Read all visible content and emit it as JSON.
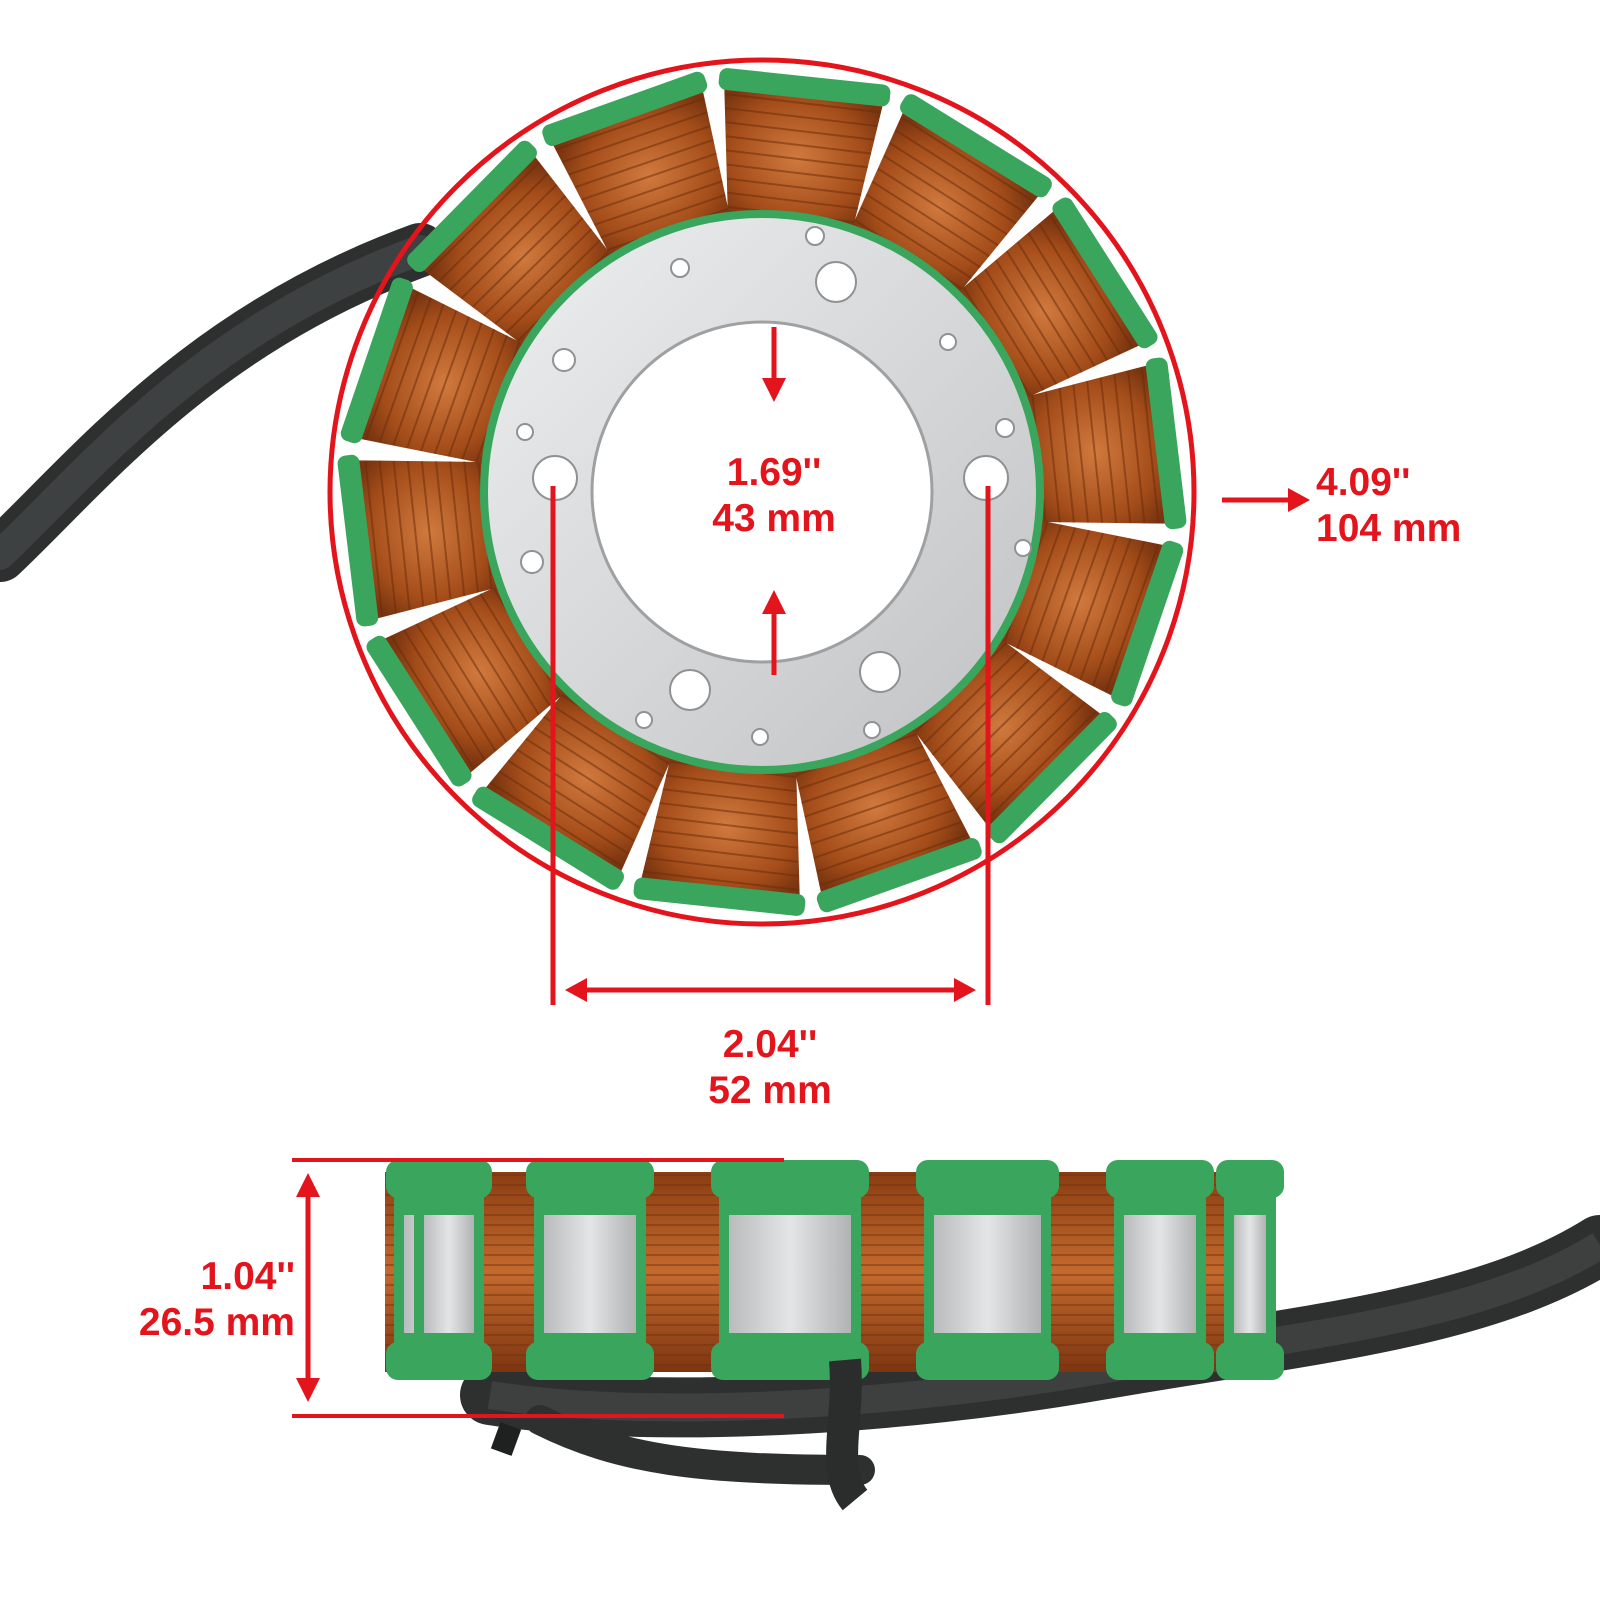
{
  "colors": {
    "accent": "#e3141b",
    "copper": "#b4581f",
    "insulator_green": "#3aa55c",
    "steel_core": "#d7d8da",
    "cable": "#3b3d3d",
    "background": "#ffffff"
  },
  "measurements": {
    "inner_diameter": {
      "inch": "1.69''",
      "mm": "43 mm"
    },
    "outer_diameter": {
      "inch": "4.09''",
      "mm": "104 mm"
    },
    "bolt_spacing": {
      "inch": "2.04''",
      "mm": "52 mm"
    },
    "thickness": {
      "inch": "1.04''",
      "mm": "26.5 mm"
    }
  }
}
